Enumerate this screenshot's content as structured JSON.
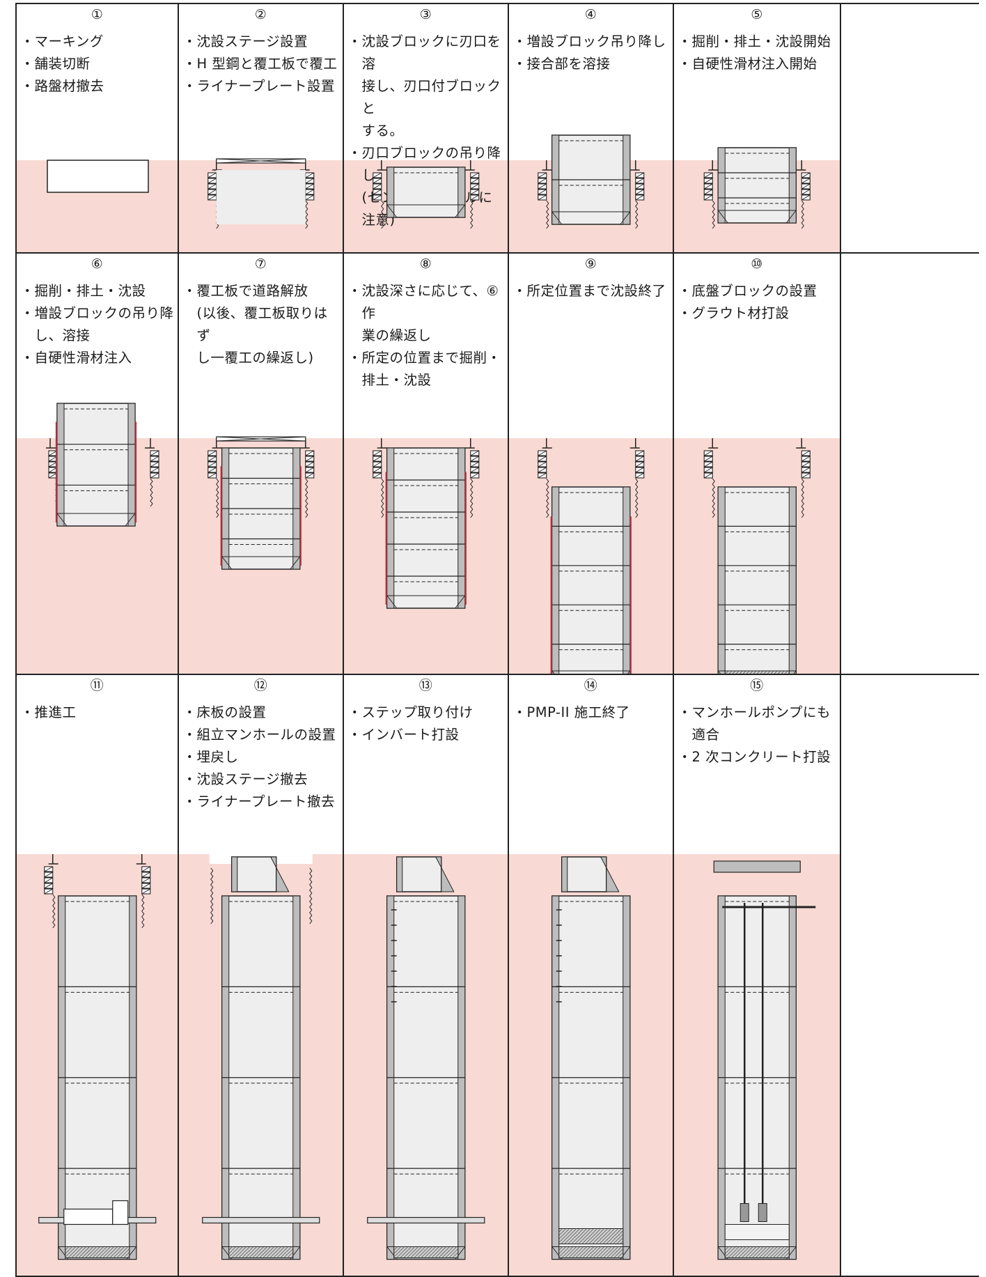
{
  "steps": [
    {
      "num": "①",
      "items": [
        "マーキング",
        "舗装切断",
        "路盤材撤去"
      ]
    },
    {
      "num": "②",
      "items": [
        "沈設ステージ設置",
        "H 型鋼と覆工板で覆工",
        "ライナープレート設置"
      ]
    },
    {
      "num": "③",
      "items": [
        "沈設ブロックに刃口を溶\n接し、刃口付ブロックと\nする。",
        "刃口ブロックの吊り降し\n(センター、レベルに注意)"
      ]
    },
    {
      "num": "④",
      "items": [
        "増設ブロック吊り降し",
        "接合部を溶接"
      ]
    },
    {
      "num": "⑤",
      "items": [
        "掘削・排土・沈設開始",
        "自硬性滑材注入開始"
      ]
    },
    {
      "num": "⑥",
      "items": [
        "掘削・排土・沈設",
        "増設ブロックの吊り降\nし、溶接",
        "自硬性滑材注入"
      ]
    },
    {
      "num": "⑦",
      "items": [
        "覆工板で道路解放\n(以後、覆工板取りはず\nし一覆工の繰返し)"
      ]
    },
    {
      "num": "⑧",
      "items": [
        "沈設深さに応じて、⑥作\n業の繰返し",
        "所定の位置まで掘削・\n排土・沈設"
      ]
    },
    {
      "num": "⑨",
      "items": [
        "所定位置まで沈設終了"
      ]
    },
    {
      "num": "⑩",
      "items": [
        "底盤ブロックの設置",
        "グラウト材打設"
      ]
    },
    {
      "num": "⑪",
      "items": [
        "推進工"
      ]
    },
    {
      "num": "⑫",
      "items": [
        "床板の設置",
        "組立マンホールの設置",
        "埋戻し",
        "沈設ステージ撤去",
        "ライナープレート撤去"
      ]
    },
    {
      "num": "⑬",
      "items": [
        "ステップ取り付け",
        "インバート打設"
      ]
    },
    {
      "num": "⑭",
      "items": [
        "PMP-II 施工終了"
      ]
    },
    {
      "num": "⑮",
      "items": [
        "マンホールポンプにも\n適合",
        "2 次コンクリート打設"
      ]
    }
  ],
  "colors": {
    "ground": "#f8d9d3",
    "line": "#222222",
    "block": "#eeeeee",
    "wall": "#bdbdbd",
    "grout": "#8a8a8a",
    "slip": "#b0303a"
  }
}
